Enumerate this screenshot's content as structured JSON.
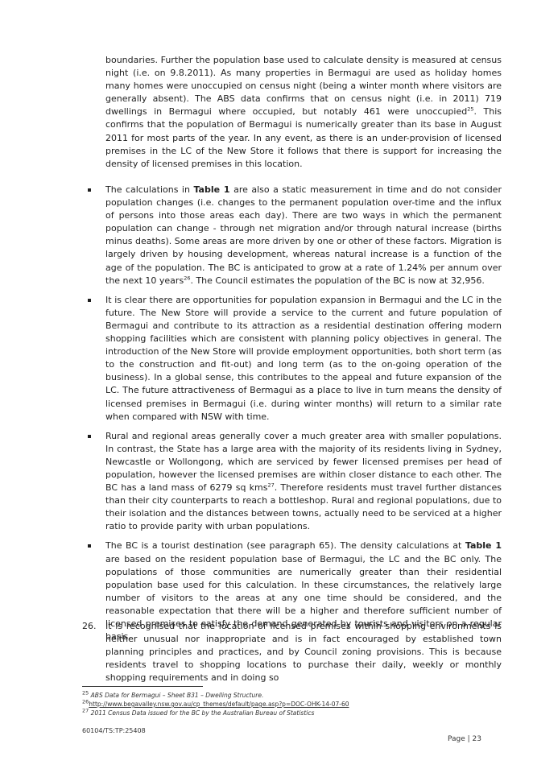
{
  "intro": {
    "a": "boundaries. Further the population base used to calculate density is measured at census night (i.e. on 9.8.2011).  As many properties in Bermagui are used as holiday homes many homes were unoccupied on census night (being a winter month where visitors are generally absent). The ABS data confirms that on census night (i.e. in 2011) 719 dwellings in Bermagui where occupied, but notably 461 were unoccupied",
    "sup": "25",
    "b": ". This confirms that the population of Bermagui is numerically greater than its base in August 2011 for most parts of the year. In any event, as there is an under-provision of licensed premises in the LC of the New Store it follows that there is support for increasing the density of licensed premises in this location."
  },
  "bullets": [
    {
      "a": "The calculations in ",
      "bold": "Table 1",
      "b": " are also a static measurement in time and do not consider population changes (i.e. changes to the permanent population over-time and the influx of persons into those areas each day). There are two ways in which the permanent population can change - through net migration and/or through natural increase (births minus deaths). Some areas are more driven by one or other of these factors. Migration is largely driven by housing development, whereas natural increase is a function of the age of the population.  The BC is anticipated to grow at a rate of 1.24% per annum over the next 10 years",
      "sup": "26",
      "c": ".  The Council estimates the population of the BC is now at 32,956."
    },
    {
      "a": "It is clear there are opportunities for population expansion in Bermagui and the LC in the future. The New Store will provide a service to the current and future population of Bermagui and contribute to its attraction as a residential destination offering modern shopping facilities which are consistent with planning policy objectives in general. The introduction of the New Store will provide employment opportunities, both short term (as to the construction and fit-out) and long term (as to the on-going operation of the business).  In a global sense, this contributes to the appeal and future expansion of the LC. The future attractiveness of Bermagui as a place to live in turn means the density of licensed premises in Bermagui (i.e. during winter months) will return to a similar rate when compared with NSW with time."
    },
    {
      "a": "Rural and regional areas generally cover a much greater area with smaller populations. In contrast, the State has a large area with the majority of its residents living in Sydney, Newcastle or Wollongong, which are serviced by fewer licensed premises per head of population, however the licensed premises are within closer distance to each other. The BC has a land mass of 6279 sq kms",
      "sup": "27",
      "b": ". Therefore residents must travel further distances than their city counterparts to reach a bottleshop. Rural and regional populations, due to their isolation and the distances between towns, actually need to be serviced at a higher ratio to provide parity with urban populations."
    },
    {
      "a": "The BC is a tourist destination (see paragraph 65). The density calculations at ",
      "bold": "Table 1",
      "b": " are based on the resident population base of Bermagui, the LC and the BC only. The populations of those communities are numerically greater than their residential population base used for this calculation. In these circumstances, the relatively large number of visitors to the areas at any one time should be considered, and the reasonable expectation that there will be a higher and therefore sufficient number of licensed premises to satisfy the demand generated by tourists and visitors on a regular basis."
    }
  ],
  "para26": {
    "num": "26.",
    "text": "It is recognised that the location of licensed premises within shopping environments is neither unusual nor inappropriate and is in fact encouraged by established town planning principles and practices, and by Council zoning provisions.  This is because residents travel to shopping locations to purchase their daily, weekly or monthly shopping requirements and in doing so"
  },
  "footnotes": [
    {
      "num": "25",
      "text": "ABS Data for Bermagui – Sheet B31 – Dwelling Structure."
    },
    {
      "num": "26",
      "text": "http://www.begavalley.nsw.gov.au/cp_themes/default/page.asp?p=DOC-OHK-14-07-60"
    },
    {
      "num": "27",
      "text": "2011 Census Data issued for the BC by the Australian Bureau of Statistics"
    }
  ],
  "footer": {
    "doc_ref": "60104/TS:TP:25408",
    "page": "Page | 23"
  }
}
